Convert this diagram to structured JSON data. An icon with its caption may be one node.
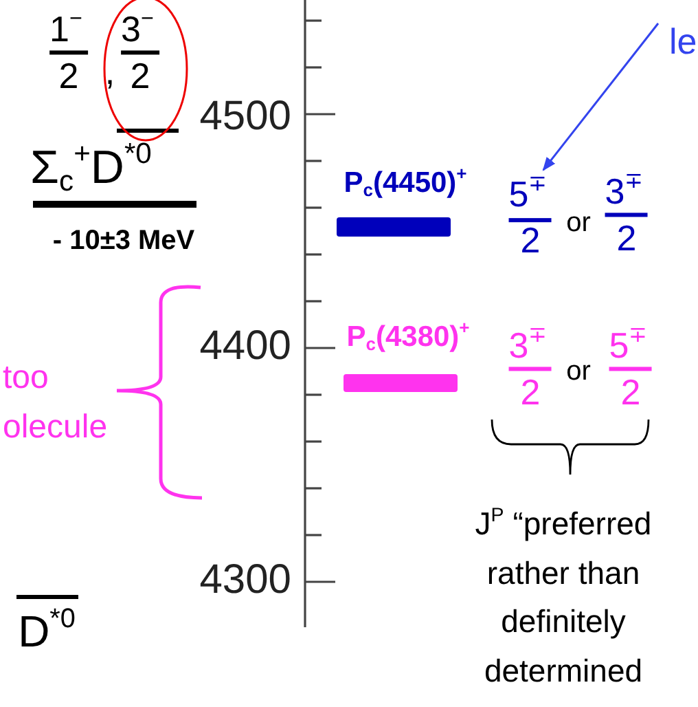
{
  "diagram": {
    "nodes": [
      {
        "text": [
          "le"
        ]
      },
      {
        "text": [
          "5$^{∓}$",
          "2"
        ]
      }
    ],
    "edges": [
      {
        "from": 0,
        "to": 1,
        "arrow": "to"
      }
    ],
    "labels": [
      "1$^{−}$",
      "2",
      ",",
      "3$^{−}$",
      "2",
      "4500",
      "Σ$_{c}$$^{+}$D$^{*0}$",
      "- 10±3 MeV",
      "P$_{c}$(4450)$^{+}$",
      "or",
      "3$^{∓}$",
      "2",
      "P$_{c}$(4380)$^{+}$",
      "3$^{∓}$",
      "2",
      "or",
      "5$^{∓}$",
      "2",
      "4400",
      "too",
      "olecule",
      "J$^{P}$ “preferred rather than definitely determined",
      "4300",
      "D$^{*0}$"
    ]
  }
}
